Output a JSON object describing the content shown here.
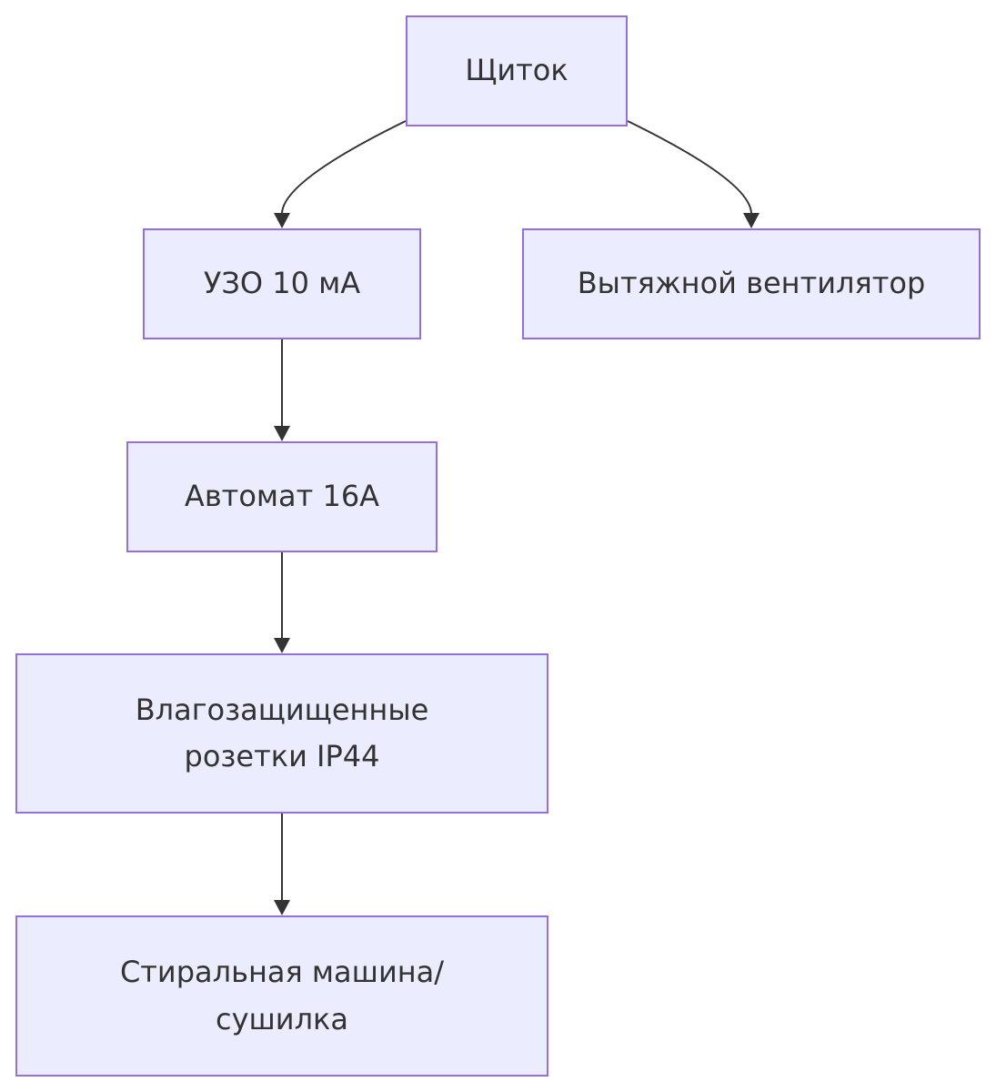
{
  "diagram": {
    "nodes": {
      "panel": {
        "label": "Щиток"
      },
      "rcd": {
        "label": "УЗО 10 мА"
      },
      "fan": {
        "label": "Вытяжной вентилятор"
      },
      "breaker": {
        "label": "Автомат 16А"
      },
      "sockets": {
        "label": "Влагозащищенные\nрозетки IP44"
      },
      "washer": {
        "label": "Стиральная машина/\nсушилка"
      }
    },
    "edges": [
      {
        "from": "panel",
        "to": "rcd"
      },
      {
        "from": "panel",
        "to": "fan"
      },
      {
        "from": "rcd",
        "to": "breaker"
      },
      {
        "from": "breaker",
        "to": "sockets"
      },
      {
        "from": "sockets",
        "to": "washer"
      }
    ],
    "colors": {
      "node_fill": "#ececff",
      "node_border": "#9370db",
      "edge": "#333333",
      "text": "#333333"
    }
  }
}
